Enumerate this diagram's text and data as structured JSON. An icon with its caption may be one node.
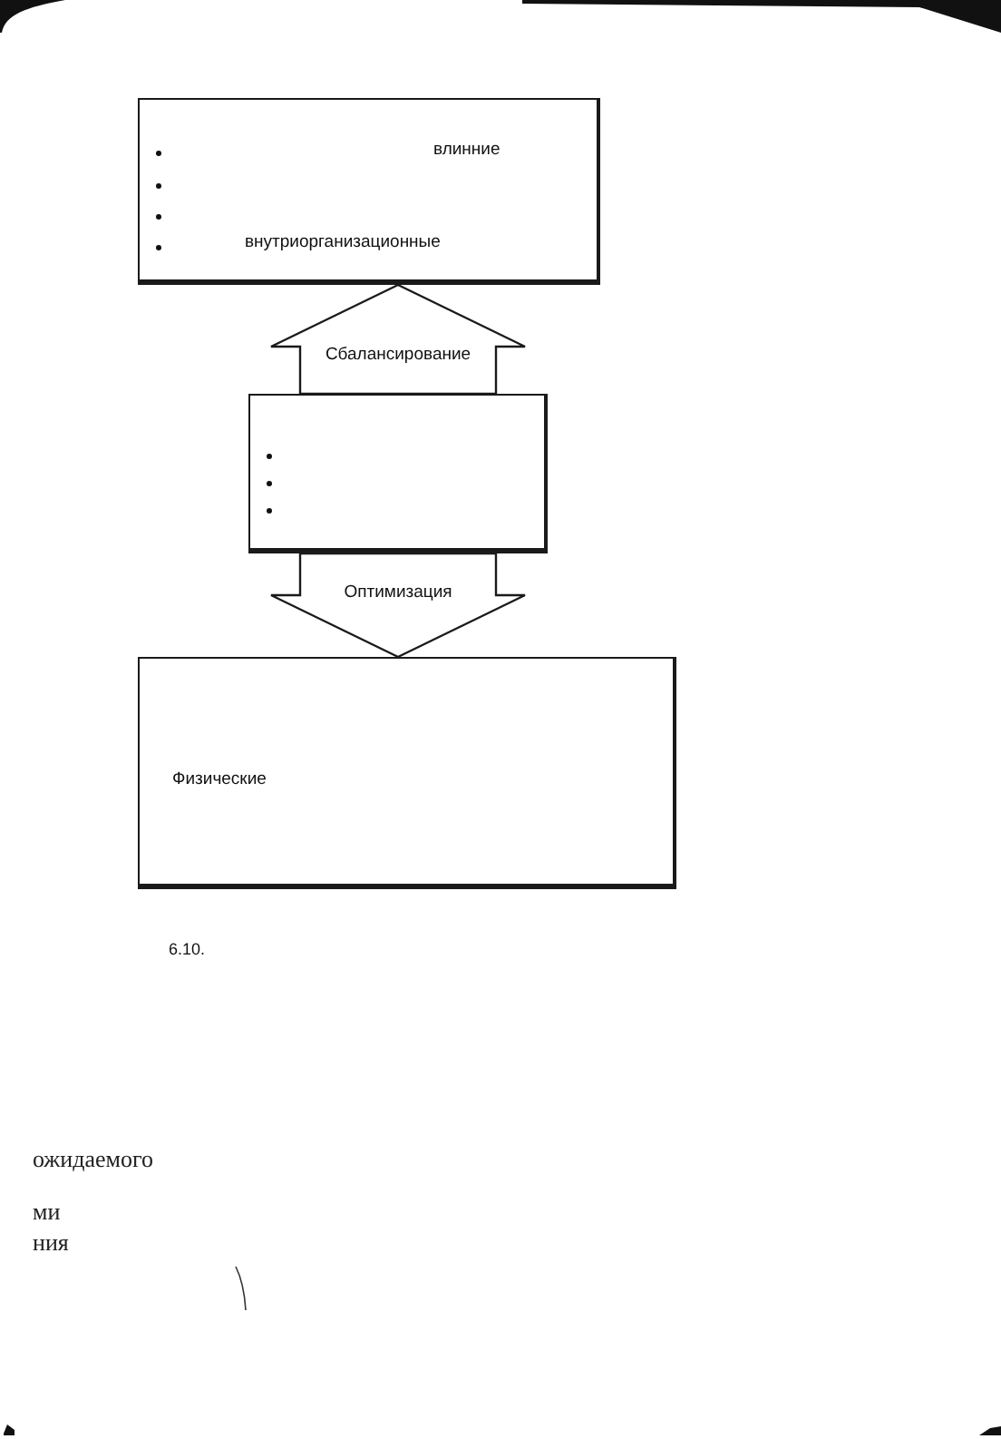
{
  "diagram": {
    "caption": "6.10.",
    "nodes": [
      {
        "text": [
          "влинние",
          "внутриорганизационные"
        ]
      },
      {
        "text": [],
        "shape": "box"
      },
      {
        "text": [
          "Физические"
        ]
      }
    ],
    "edges": [
      {
        "from": 1,
        "to": 0,
        "arrow": "to",
        "label": "Сбалансирование"
      },
      {
        "from": 1,
        "to": 2,
        "arrow": "to",
        "label": "Оптимизация"
      }
    ],
    "labels": [
      "ожидаемого",
      "ми",
      "ния"
    ]
  }
}
